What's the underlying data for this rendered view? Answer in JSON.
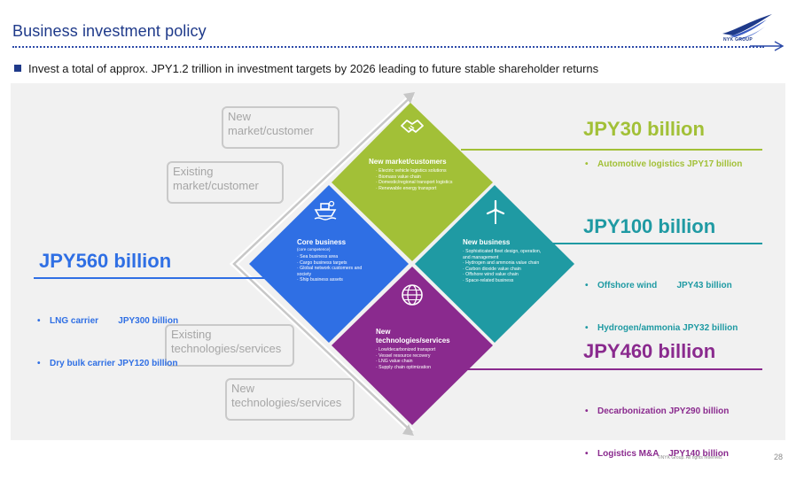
{
  "slide": {
    "title": "Business investment policy",
    "bullet": "Invest a total of approx. JPY1.2 trillion in investment targets by 2026 leading to future stable shareholder returns",
    "logo_text": "NYK GROUP",
    "copyright": "©NYK Group. All rights reserved.",
    "page_number": "28"
  },
  "axis_labels": {
    "new_market": "New market/customer",
    "existing_market": "Existing market/customer",
    "existing_tech": "Existing technologies/services",
    "new_tech": "New technologies/services"
  },
  "quadrants": {
    "market": {
      "title": "New market/customers",
      "items": [
        "Electric vehicle logistics solutions",
        "Biomass value chain",
        "Domestic/regional transport logistics",
        "Renewable energy transport"
      ],
      "color": "#a2c037",
      "icon": "handshake-icon"
    },
    "core": {
      "title": "Core business",
      "subtitle": "(core competence)",
      "items": [
        "Sea business area",
        "Cargo business targets",
        "Global network customers and society",
        "Ship business assets"
      ],
      "color": "#2f6fe4",
      "icon": "ship-icon"
    },
    "business": {
      "title": "New business",
      "items": [
        "Sophisticated fleet design, operation, and management",
        "Hydrogen and ammonia value chain",
        "Carbon dioxide value chain",
        "Offshore wind value chain",
        "Space-related business"
      ],
      "color": "#1f9aa3",
      "icon": "wind-turbine-icon"
    },
    "tech": {
      "title": "New technologies/services",
      "items": [
        "Low/decarbonized transport",
        "Vessel resource recovery",
        "LNG value chain",
        "Supply chain optimization"
      ],
      "color": "#8a2a8e",
      "icon": "globe-icon"
    }
  },
  "investments": {
    "market": {
      "amount": "JPY30 billion",
      "color": "#a2c037",
      "items": [
        "Automotive logistics JPY17 billion"
      ]
    },
    "business": {
      "amount": "JPY100 billion",
      "color": "#1f9aa3",
      "items": [
        "Offshore wind        JPY43 billion",
        "Hydrogen/ammonia JPY32 billion"
      ]
    },
    "core": {
      "amount": "JPY560 billion",
      "color": "#2f6fe4",
      "items": [
        "LNG carrier        JPY300 billion",
        "Dry bulk carrier JPY120 billion"
      ]
    },
    "tech": {
      "amount": "JPY460 billion",
      "color": "#8a2a8e",
      "items": [
        "Decarbonization JPY290 billion",
        "Logistics M&A    JPY140 billion"
      ]
    }
  }
}
